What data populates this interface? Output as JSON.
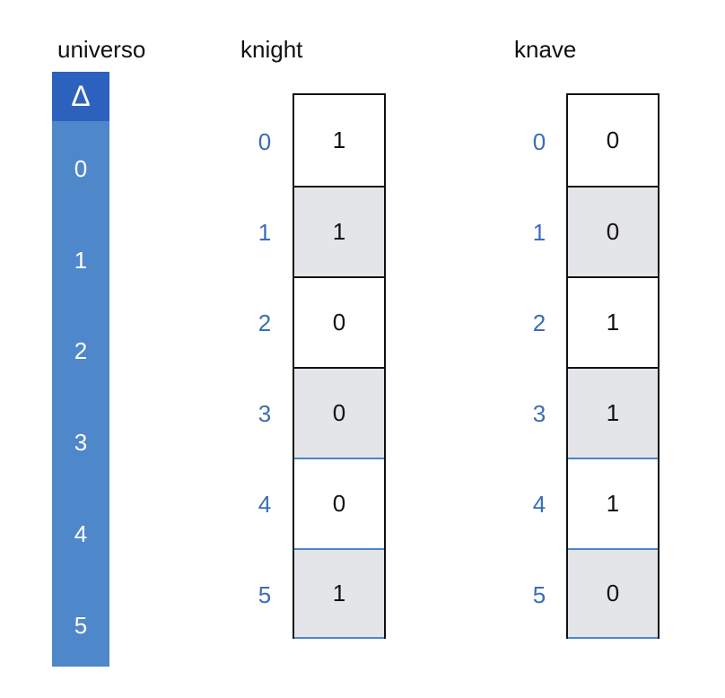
{
  "universe": {
    "title": "universo",
    "header_symbol": "Δ",
    "atoms": [
      "0",
      "1",
      "2",
      "3",
      "4",
      "5"
    ]
  },
  "relations": [
    {
      "name": "knight",
      "indices": [
        "0",
        "1",
        "2",
        "3",
        "4",
        "5"
      ],
      "values": [
        "1",
        "1",
        "0",
        "0",
        "0",
        "1"
      ]
    },
    {
      "name": "knave",
      "indices": [
        "0",
        "1",
        "2",
        "3",
        "4",
        "5"
      ],
      "values": [
        "0",
        "0",
        "1",
        "1",
        "1",
        "0"
      ]
    }
  ],
  "colors": {
    "universe_header": "#2c62bd",
    "universe_body": "#4f87cb",
    "index_text": "#3a6db8",
    "alt_row": "#e4e5e8"
  }
}
